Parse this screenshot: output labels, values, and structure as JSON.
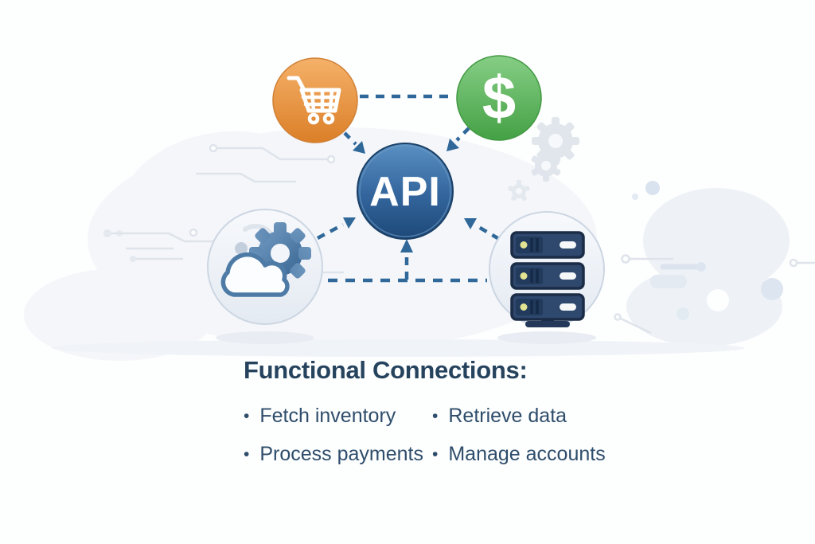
{
  "colors": {
    "cart-orange": "#e08a34",
    "money-green": "#55ac55",
    "api-blue": "#2a5e94",
    "connector-blue": "#2f6899",
    "icon-navy": "#2e486e",
    "text-navy": "#26435e",
    "bullet-navy": "#2e4d6b",
    "background": "#fdfefe"
  },
  "diagram": {
    "api_label": "API",
    "currency_symbol": "$",
    "icons": [
      "shopping-cart-icon",
      "dollar-icon",
      "api-node",
      "cloud-gear-icon",
      "server-stack-icon"
    ]
  },
  "panel": {
    "title": "Functional Connections:",
    "bullet_char": "•",
    "items": [
      "Fetch inventory",
      "Retrieve data",
      "Process payments",
      "Manage accounts"
    ]
  }
}
